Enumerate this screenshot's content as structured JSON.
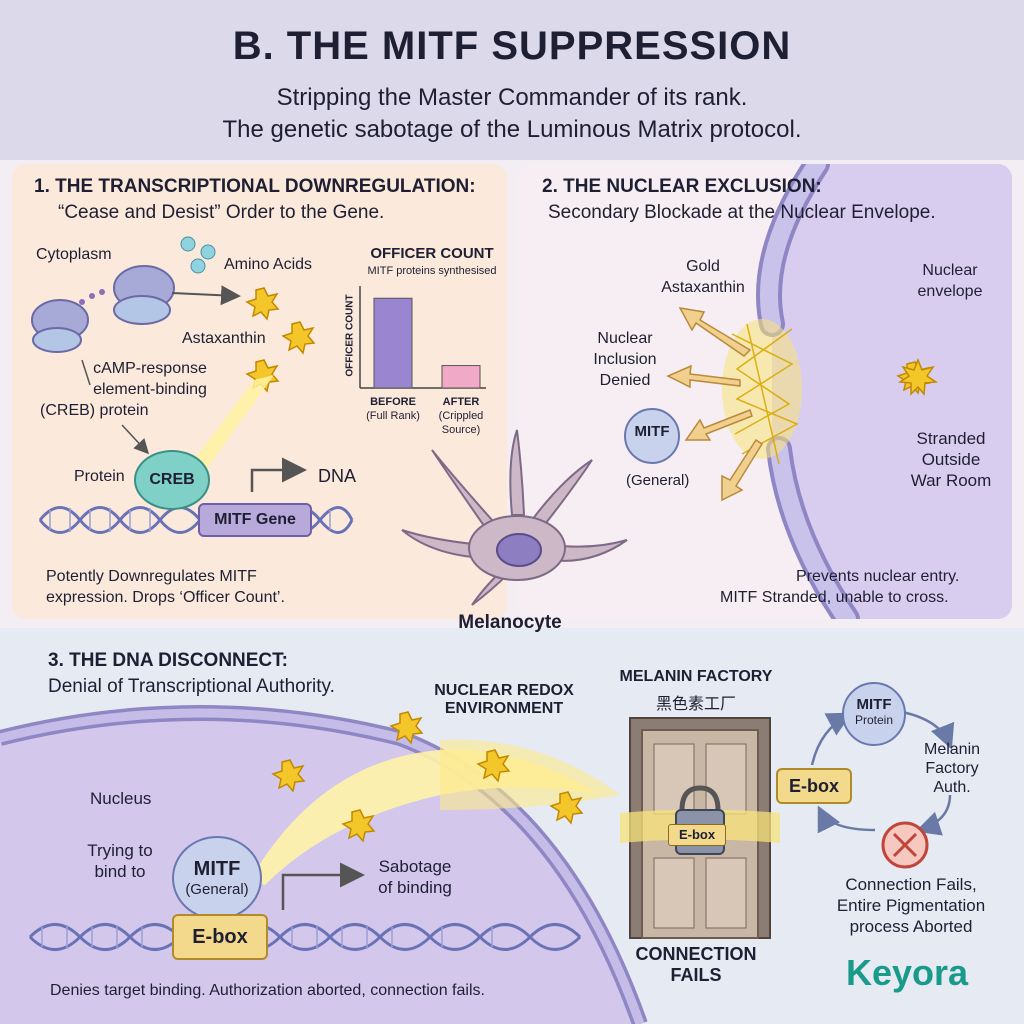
{
  "header": {
    "title": "B. THE MITF SUPPRESSION",
    "subtitle_line1": "Stripping the Master Commander of its rank.",
    "subtitle_line2": "The genetic sabotage of the Luminous Matrix protocol."
  },
  "panel1": {
    "title": "1. THE TRANSCRIPTIONAL DOWNREGULATION:",
    "subtitle": "“Cease and Desist” Order to the Gene.",
    "labels": {
      "cytoplasm": "Cytoplasm",
      "amino_acids": "Amino Acids",
      "astaxanthin": "Astaxanthin",
      "creb_line1": "cAMP-response",
      "creb_line2": "element-binding",
      "creb_line3": "(CREB) protein",
      "protein": "Protein",
      "creb": "CREB",
      "dna": "DNA",
      "mitf_gene": "MITF Gene"
    },
    "footer_line1": "Potently Downregulates MITF",
    "footer_line2": "expression. Drops ‘Officer Count’.",
    "chart": {
      "title": "OFFICER COUNT",
      "subtitle": "MITF proteins synthesised",
      "ylabel": "OFFICER COUNT",
      "bars": [
        {
          "label1": "BEFORE",
          "label2": "(Full Rank)",
          "color": "#9a86d0"
        },
        {
          "label1": "AFTER",
          "label2": "(Crippled",
          "label3": "Source)",
          "color": "#f1a9c8"
        }
      ]
    }
  },
  "chart_data": {
    "type": "bar",
    "title": "OFFICER COUNT",
    "subtitle": "MITF proteins synthesised",
    "ylabel": "OFFICER COUNT",
    "categories": [
      "BEFORE (Full Rank)",
      "AFTER (Crippled Source)"
    ],
    "values": [
      88,
      22
    ],
    "ylim": [
      0,
      100
    ],
    "grid": false
  },
  "panel2": {
    "title": "2. THE NUCLEAR EXCLUSION:",
    "subtitle": "Secondary Blockade at the Nuclear Envelope.",
    "labels": {
      "gold_line1": "Gold",
      "gold_line2": "Astaxanthin",
      "envelope_line1": "Nuclear",
      "envelope_line2": "envelope",
      "denied_line1": "Nuclear",
      "denied_line2": "Inclusion",
      "denied_line3": "Denied",
      "mitf": "MITF",
      "general": "(General)",
      "stranded_line1": "Stranded",
      "stranded_line2": "Outside",
      "stranded_line3": "War Room"
    },
    "footer_line1": "Prevents nuclear entry.",
    "footer_line2": "MITF Stranded, unable to cross."
  },
  "center": {
    "melanocyte": "Melanocyte"
  },
  "panel3": {
    "title": "3. THE DNA DISCONNECT:",
    "subtitle": "Denial of Transcriptional Authority.",
    "labels": {
      "redox_line1": "NUCLEAR REDOX",
      "redox_line2": "ENVIRONMENT",
      "nucleus": "Nucleus",
      "trying_line1": "Trying to",
      "trying_line2": "bind to",
      "mitf": "MITF",
      "general": "(General)",
      "sabotage_line1": "Sabotage",
      "sabotage_line2": "of binding",
      "ebox": "E-box",
      "factory_line1": "MELANIN FACTORY",
      "factory_line2": "黑色素工厂",
      "lock_ebox": "E-box",
      "connection_line1": "CONNECTION",
      "connection_line2": "FAILS",
      "cycle_mitf": "MITF",
      "cycle_protein": "Protein",
      "cycle_ebox": "E-box",
      "melanin_line1": "Melanin",
      "melanin_line2": "Factory",
      "melanin_line3": "Auth.",
      "fails_line1": "Connection Fails,",
      "fails_line2": "Entire Pigmentation",
      "fails_line3": "process Aborted"
    },
    "footer": "Denies target binding. Authorization aborted, connection fails."
  },
  "logo": {
    "text": "Keyora",
    "color": "#1a9a8a"
  },
  "colors": {
    "header_bg": "#dcd9ea",
    "panel1_bg": "#fbe9dc",
    "panel2_bg": "#f6eef2",
    "panel3_bg": "#e5eaf3",
    "nucleus": "#cfc3ea",
    "gold": "#f3c62a",
    "creb": "#7fd0c6",
    "ebox": "#f3d98b",
    "mitf": "#c9d2ec"
  }
}
